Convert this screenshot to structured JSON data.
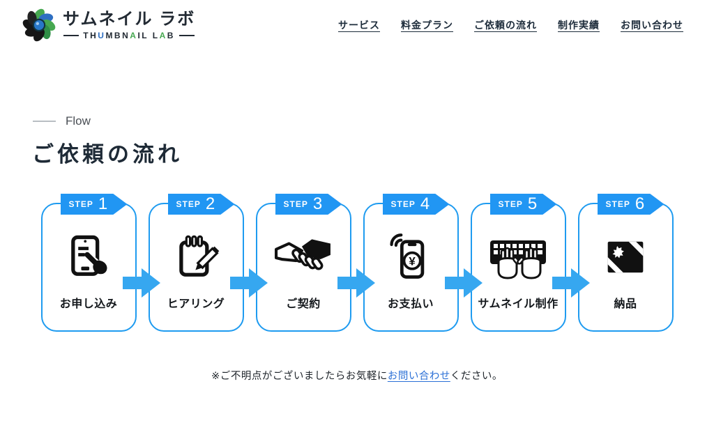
{
  "header": {
    "logo": {
      "title": "サムネイル ラボ",
      "subtitle_segments": {
        "s1": "TH",
        "s2": "U",
        "s3": "MBN",
        "s4": "A",
        "s5": "IL L",
        "s6": "A",
        "s7": "B"
      },
      "icon": "aperture-flower-logo"
    },
    "nav": {
      "items": [
        {
          "label": "サービス"
        },
        {
          "label": "料金プラン"
        },
        {
          "label": "ご依頼の流れ"
        },
        {
          "label": "制作実績"
        },
        {
          "label": "お問い合わせ"
        }
      ]
    }
  },
  "flow": {
    "eyebrow": "Flow",
    "title": "ご依頼の流れ",
    "steps": [
      {
        "badge": "STEP",
        "number": "1",
        "label": "お申し込み",
        "icon": "tablet-touch-icon"
      },
      {
        "badge": "STEP",
        "number": "2",
        "label": "ヒアリング",
        "icon": "notepad-pencil-icon"
      },
      {
        "badge": "STEP",
        "number": "3",
        "label": "ご契約",
        "icon": "handshake-icon"
      },
      {
        "badge": "STEP",
        "number": "4",
        "label": "お支払い",
        "icon": "phone-payment-icon"
      },
      {
        "badge": "STEP",
        "number": "5",
        "label": "サムネイル制作",
        "icon": "keyboard-hands-icon"
      },
      {
        "badge": "STEP",
        "number": "6",
        "label": "納品",
        "icon": "image-delivery-icon"
      }
    ],
    "note": {
      "prefix": "※ご不明点がございましたらお気軽に",
      "link": "お問い合わせ",
      "suffix": "ください。"
    }
  },
  "colors": {
    "card_border_blue": "#1e9bf0",
    "badge_blue": "#2196f3",
    "arrow_blue": "#36a7f0",
    "link_blue": "#2a6fd6",
    "dark_navy": "#1c2b3a",
    "logo_green": "#46a850",
    "logo_blue": "#2e6fc2"
  }
}
